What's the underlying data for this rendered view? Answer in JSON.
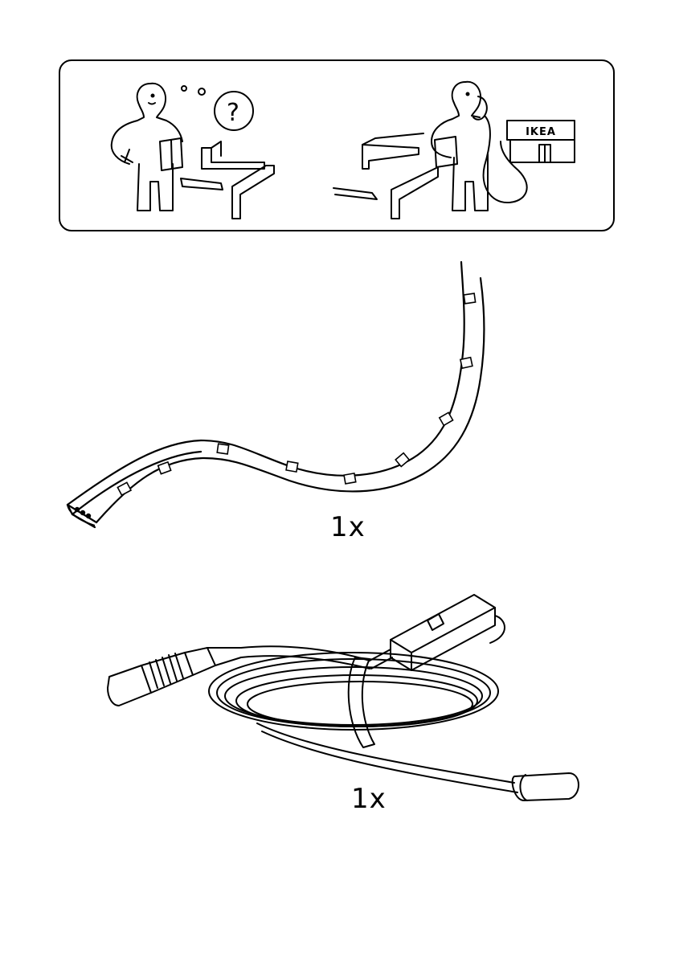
{
  "help_panel": {
    "store_sign": "IKEA",
    "question_mark": "?"
  },
  "parts": [
    {
      "name": "led-light-strip",
      "quantity": "1x"
    },
    {
      "name": "power-cable-with-switch",
      "quantity": "1x"
    }
  ]
}
